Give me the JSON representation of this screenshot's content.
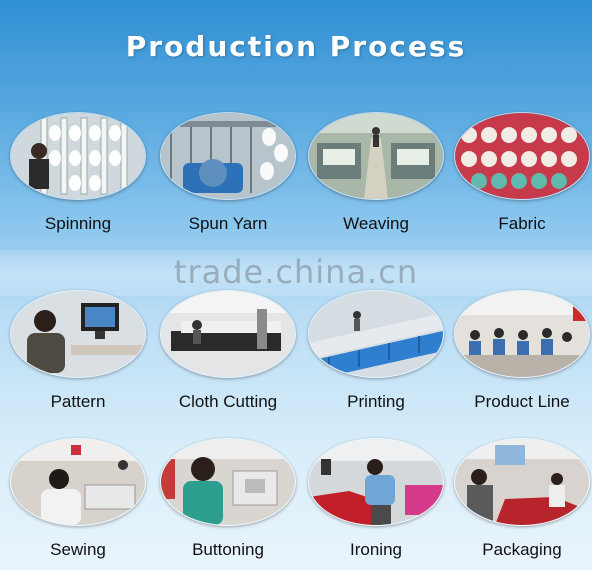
{
  "title": "Production Process",
  "watermark": "trade.china.cn",
  "steps": [
    {
      "label": "Spinning",
      "icon": "spinning-photo"
    },
    {
      "label": "Spun Yarn",
      "icon": "spun-yarn-photo"
    },
    {
      "label": "Weaving",
      "icon": "weaving-photo"
    },
    {
      "label": "Fabric",
      "icon": "fabric-photo"
    },
    {
      "label": "Pattern",
      "icon": "pattern-photo"
    },
    {
      "label": "Cloth Cutting",
      "icon": "cloth-cutting-photo"
    },
    {
      "label": "Printing",
      "icon": "printing-photo"
    },
    {
      "label": "Product Line",
      "icon": "product-line-photo"
    },
    {
      "label": "Sewing",
      "icon": "sewing-photo"
    },
    {
      "label": "Buttoning",
      "icon": "buttoning-photo"
    },
    {
      "label": "Ironing",
      "icon": "ironing-photo"
    },
    {
      "label": "Packaging",
      "icon": "packaging-photo"
    }
  ],
  "colors": {
    "title": "#ffffff",
    "label": "#111111",
    "bg_top": "#2f8fd3",
    "bg_bottom": "#e9f4fb"
  }
}
